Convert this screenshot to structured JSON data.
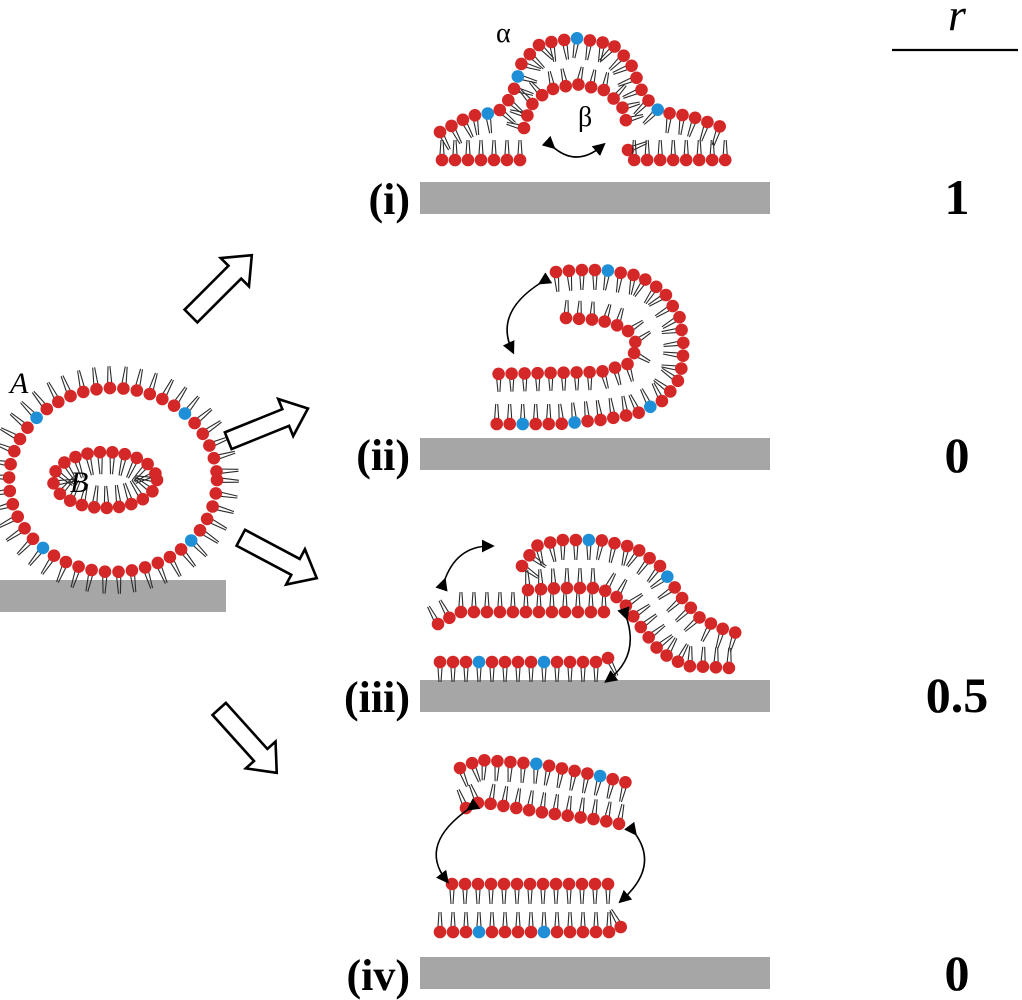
{
  "labels": {
    "vesicle_outer": "A",
    "vesicle_inner": "B",
    "alpha": "α",
    "beta": "β",
    "r_header": "r"
  },
  "panels": [
    {
      "id": "i",
      "label": "(i)",
      "r": "1"
    },
    {
      "id": "ii",
      "label": "(ii)",
      "r": "0"
    },
    {
      "id": "iii",
      "label": "(iii)",
      "r": "0.5"
    },
    {
      "id": "iv",
      "label": "(iv)",
      "r": "0"
    }
  ],
  "colors": {
    "head_red": "#d42727",
    "head_blue": "#1e8fd6",
    "substrate": "#a6a6a6"
  }
}
